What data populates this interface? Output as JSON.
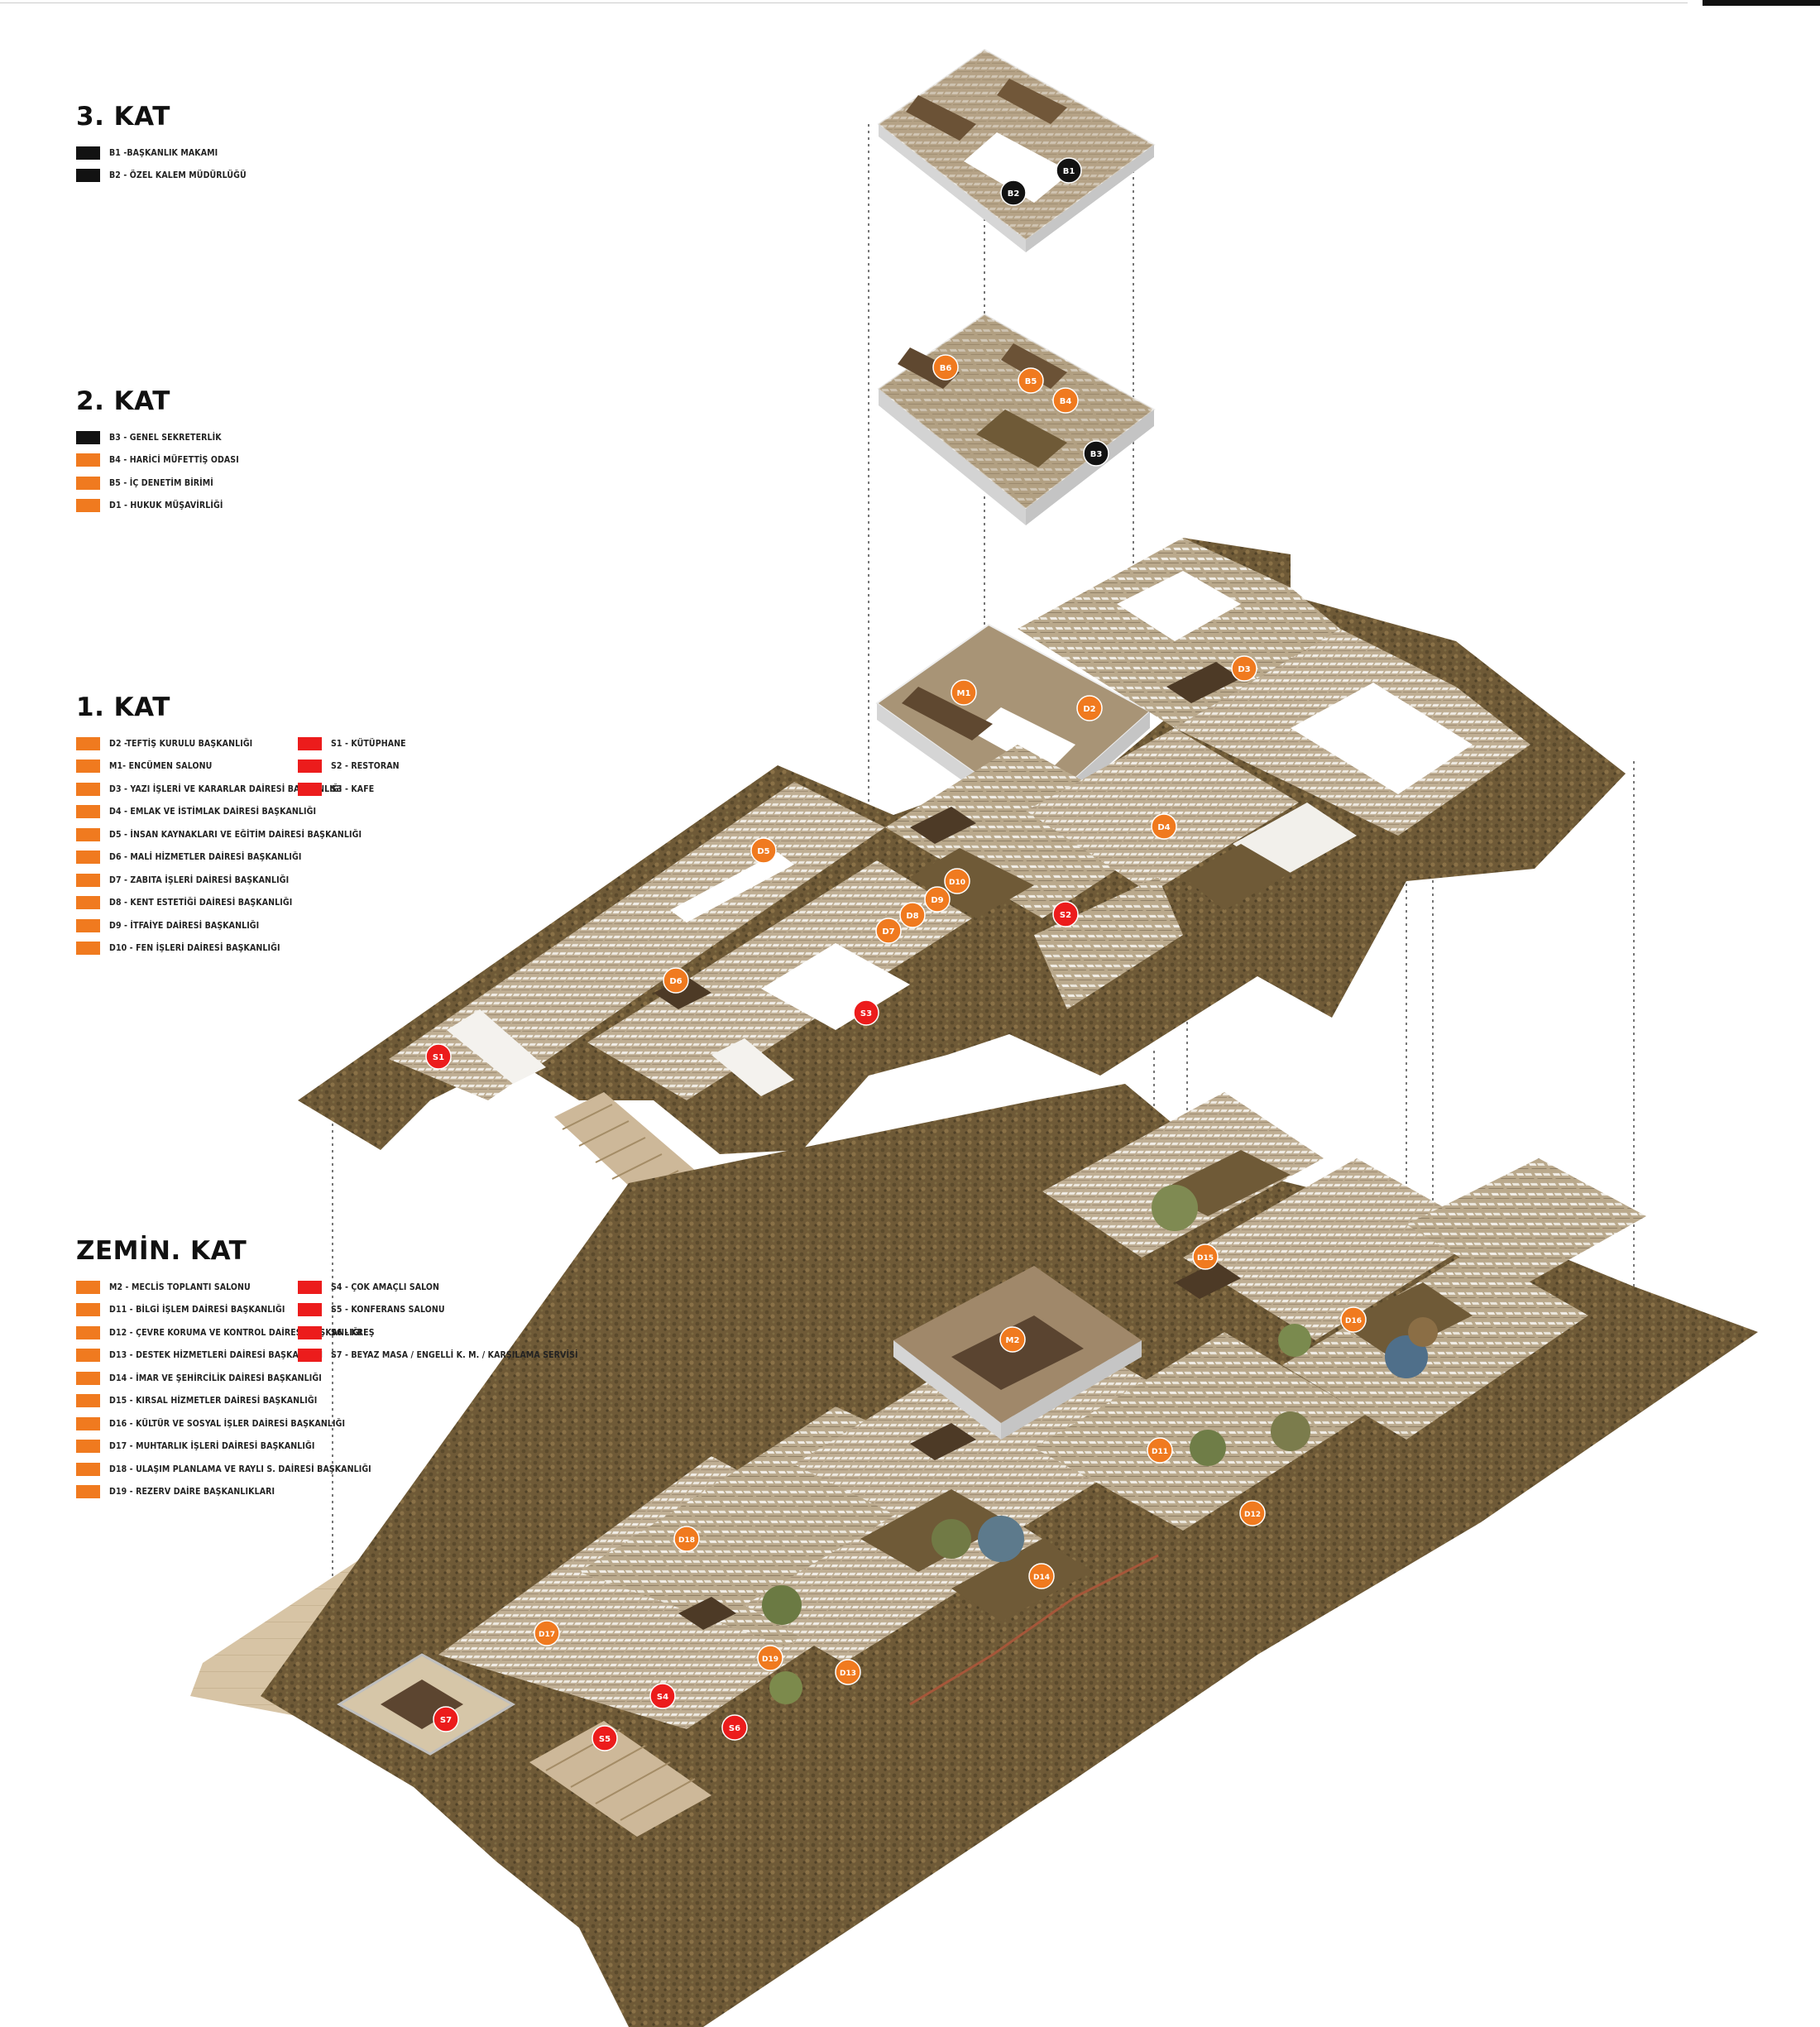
{
  "colors": {
    "black": "#121212",
    "orange": "#f07a1f",
    "red": "#ec1c1c",
    "terrain": "#6e5a38",
    "floor": "#b8a68a",
    "paving": "#d6c3a4"
  },
  "legend": {
    "kat3": {
      "title": "3. KAT",
      "items": [
        {
          "label": "B1 -BAŞKANLIK MAKAMI",
          "color": "#121212"
        },
        {
          "label": "B2 - ÖZEL KALEM MÜDÜRLÜĞÜ",
          "color": "#121212"
        }
      ]
    },
    "kat2": {
      "title": "2. KAT",
      "items": [
        {
          "label": "B3 - GENEL SEKRETERLİK",
          "color": "#121212"
        },
        {
          "label": "B4 - HARİCİ MÜFETTİŞ ODASI",
          "color": "#f07a1f"
        },
        {
          "label": "B5 - İÇ DENETİM BİRİMİ",
          "color": "#f07a1f"
        },
        {
          "label": "D1 - HUKUK MÜŞAVİRLİĞİ",
          "color": "#f07a1f"
        }
      ]
    },
    "kat1": {
      "title": "1. KAT",
      "items_left": [
        {
          "label": "D2 -TEFTİŞ KURULU BAŞKANLIĞI",
          "color": "#f07a1f"
        },
        {
          "label": "M1- ENCÜMEN SALONU",
          "color": "#f07a1f"
        },
        {
          "label": "D3 - YAZI İŞLERİ VE KARARLAR DAİRESİ BAŞKANLIĞI",
          "color": "#f07a1f"
        },
        {
          "label": "D4 - EMLAK VE İSTİMLAK DAİRESİ BAŞKANLIĞI",
          "color": "#f07a1f"
        },
        {
          "label": "D5 - İNSAN KAYNAKLARI VE EĞİTİM DAİRESİ BAŞKANLIĞI",
          "color": "#f07a1f"
        },
        {
          "label": "D6 - MALİ HİZMETLER DAİRESİ BAŞKANLIĞI",
          "color": "#f07a1f"
        },
        {
          "label": "D7 - ZABITA İŞLERİ DAİRESİ BAŞKANLIĞI",
          "color": "#f07a1f"
        },
        {
          "label": "D8 - KENT ESTETİĞİ DAİRESİ BAŞKANLIĞI",
          "color": "#f07a1f"
        },
        {
          "label": "D9 - İTFAİYE DAİRESİ BAŞKANLIĞI",
          "color": "#f07a1f"
        },
        {
          "label": "D10 - FEN İŞLERİ DAİRESİ BAŞKANLIĞI",
          "color": "#f07a1f"
        }
      ],
      "items_right": [
        {
          "label": "S1 - KÜTÜPHANE",
          "color": "#ec1c1c"
        },
        {
          "label": "S2 - RESTORAN",
          "color": "#ec1c1c"
        },
        {
          "label": "S3 - KAFE",
          "color": "#ec1c1c"
        }
      ]
    },
    "zemin": {
      "title": "ZEMİN. KAT",
      "items_left": [
        {
          "label": "M2 - MECLİS TOPLANTI SALONU",
          "color": "#f07a1f"
        },
        {
          "label": "D11 - BİLGİ İŞLEM DAİRESİ BAŞKANLIĞI",
          "color": "#f07a1f"
        },
        {
          "label": "D12 - ÇEVRE KORUMA VE KONTROL DAİRESİ BAŞKANLIĞI",
          "color": "#f07a1f"
        },
        {
          "label": "D13 - DESTEK HİZMETLERİ DAİRESİ BAŞKANLIĞI",
          "color": "#f07a1f"
        },
        {
          "label": "D14 - İMAR VE ŞEHİRCİLİK DAİRESİ BAŞKANLIĞI",
          "color": "#f07a1f"
        },
        {
          "label": "D15 - KIRSAL HİZMETLER DAİRESİ BAŞKANLIĞI",
          "color": "#f07a1f"
        },
        {
          "label": "D16 - KÜLTÜR VE SOSYAL İŞLER DAİRESİ BAŞKANLIĞI",
          "color": "#f07a1f"
        },
        {
          "label": "D17 - MUHTARLIK İŞLERİ DAİRESİ BAŞKANLIĞI",
          "color": "#f07a1f"
        },
        {
          "label": "D18 - ULAŞIM PLANLAMA VE RAYLI S. DAİRESİ BAŞKANLIĞI",
          "color": "#f07a1f"
        },
        {
          "label": "D19 - REZERV DAİRE BAŞKANLIKLARI",
          "color": "#f07a1f"
        }
      ],
      "items_right": [
        {
          "label": "S4 - ÇOK AMAÇLI SALON",
          "color": "#ec1c1c"
        },
        {
          "label": "S5 - KONFERANS SALONU",
          "color": "#ec1c1c"
        },
        {
          "label": "S6 - KREŞ",
          "color": "#ec1c1c"
        },
        {
          "label": "S7 - BEYAZ MASA / ENGELLİ K. M. / KARŞILAMA SERVİSİ",
          "color": "#ec1c1c"
        }
      ]
    }
  },
  "markers": [
    {
      "code": "B1",
      "color": "#121212"
    },
    {
      "code": "B2",
      "color": "#121212"
    },
    {
      "code": "B3",
      "color": "#121212"
    },
    {
      "code": "B4",
      "color": "#f07a1f"
    },
    {
      "code": "B5",
      "color": "#f07a1f"
    },
    {
      "code": "B6",
      "color": "#f07a1f"
    },
    {
      "code": "M1",
      "color": "#f07a1f"
    },
    {
      "code": "D2",
      "color": "#f07a1f"
    },
    {
      "code": "D3",
      "color": "#f07a1f"
    },
    {
      "code": "D4",
      "color": "#f07a1f"
    },
    {
      "code": "D5",
      "color": "#f07a1f"
    },
    {
      "code": "D6",
      "color": "#f07a1f"
    },
    {
      "code": "D7",
      "color": "#f07a1f"
    },
    {
      "code": "D8",
      "color": "#f07a1f"
    },
    {
      "code": "D9",
      "color": "#f07a1f"
    },
    {
      "code": "D10",
      "color": "#f07a1f"
    },
    {
      "code": "S1",
      "color": "#ec1c1c"
    },
    {
      "code": "S2",
      "color": "#ec1c1c"
    },
    {
      "code": "S3",
      "color": "#ec1c1c"
    },
    {
      "code": "M2",
      "color": "#f07a1f"
    },
    {
      "code": "D11",
      "color": "#f07a1f"
    },
    {
      "code": "D12",
      "color": "#f07a1f"
    },
    {
      "code": "D13",
      "color": "#f07a1f"
    },
    {
      "code": "D14",
      "color": "#f07a1f"
    },
    {
      "code": "D15",
      "color": "#f07a1f"
    },
    {
      "code": "D16",
      "color": "#f07a1f"
    },
    {
      "code": "D17",
      "color": "#f07a1f"
    },
    {
      "code": "D18",
      "color": "#f07a1f"
    },
    {
      "code": "D19",
      "color": "#f07a1f"
    },
    {
      "code": "S4",
      "color": "#ec1c1c"
    },
    {
      "code": "S5",
      "color": "#ec1c1c"
    },
    {
      "code": "S6",
      "color": "#ec1c1c"
    },
    {
      "code": "S7",
      "color": "#ec1c1c"
    }
  ]
}
